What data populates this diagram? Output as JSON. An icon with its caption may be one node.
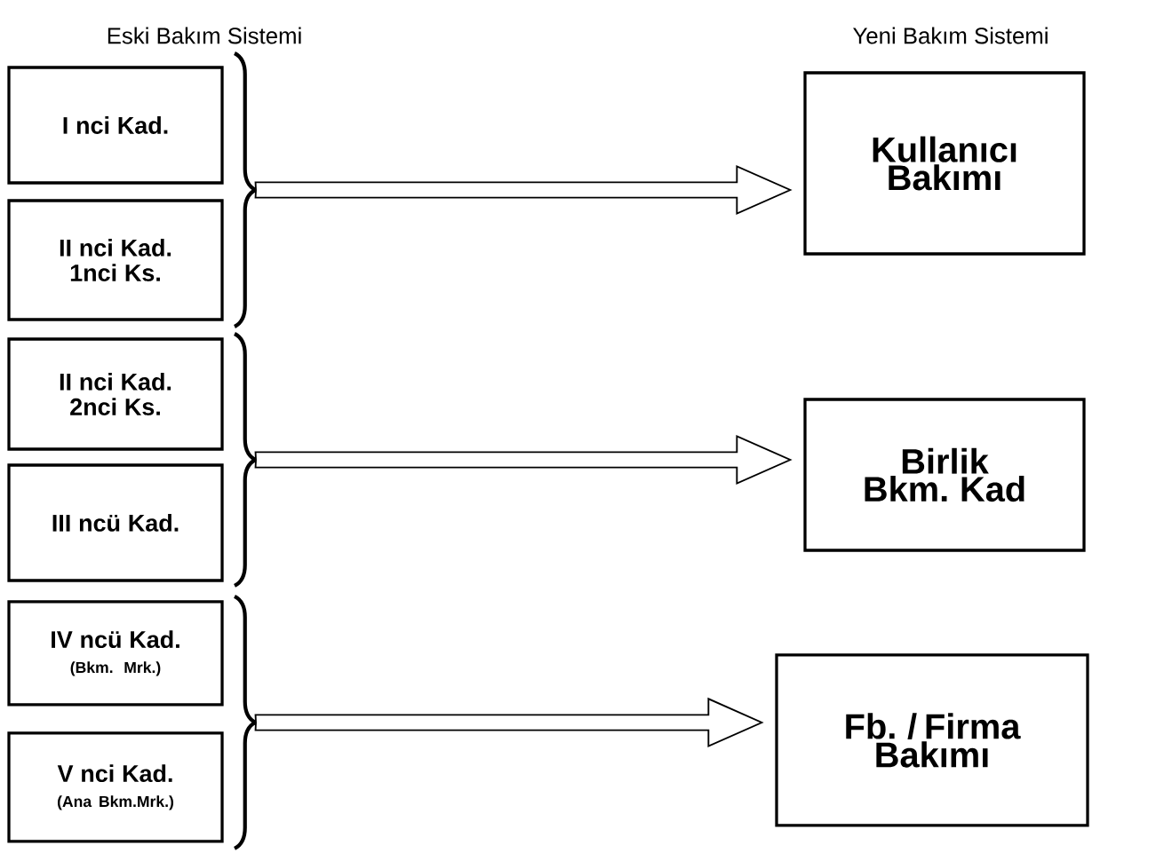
{
  "diagram": {
    "nodes": [
      {
        "text": [
          "I nci Kad."
        ]
      },
      {
        "text": [
          "II nci Kad. 1nci Ks."
        ]
      },
      {
        "text": [
          "II nci Kad. 2nci Ks."
        ]
      },
      {
        "text": [
          "III ncü Kad."
        ]
      },
      {
        "text": [
          "IV ncü Kad.",
          "(Bkm. Mrk.)"
        ]
      },
      {
        "text": [
          "V nci Kad.",
          "(Ana Bkm.Mrk.)"
        ]
      },
      {
        "text": [],
        "shape": "brace"
      },
      {
        "text": [],
        "shape": "brace"
      },
      {
        "text": [],
        "shape": "brace"
      },
      {
        "text": [
          "Kullanıcı Bakımı"
        ]
      },
      {
        "text": [
          "Birlik Bkm. Kad"
        ]
      },
      {
        "text": [
          "Fb. / Firma Bakımı"
        ]
      }
    ],
    "edges": [
      {
        "from": 6,
        "to": 9,
        "arrow": "to"
      },
      {
        "from": 7,
        "to": 10,
        "arrow": "to"
      },
      {
        "from": 8,
        "to": 11,
        "arrow": "to"
      }
    ],
    "labels": [
      "Eski Bakım Sistemi",
      "Yeni Bakım Sistemi"
    ]
  }
}
